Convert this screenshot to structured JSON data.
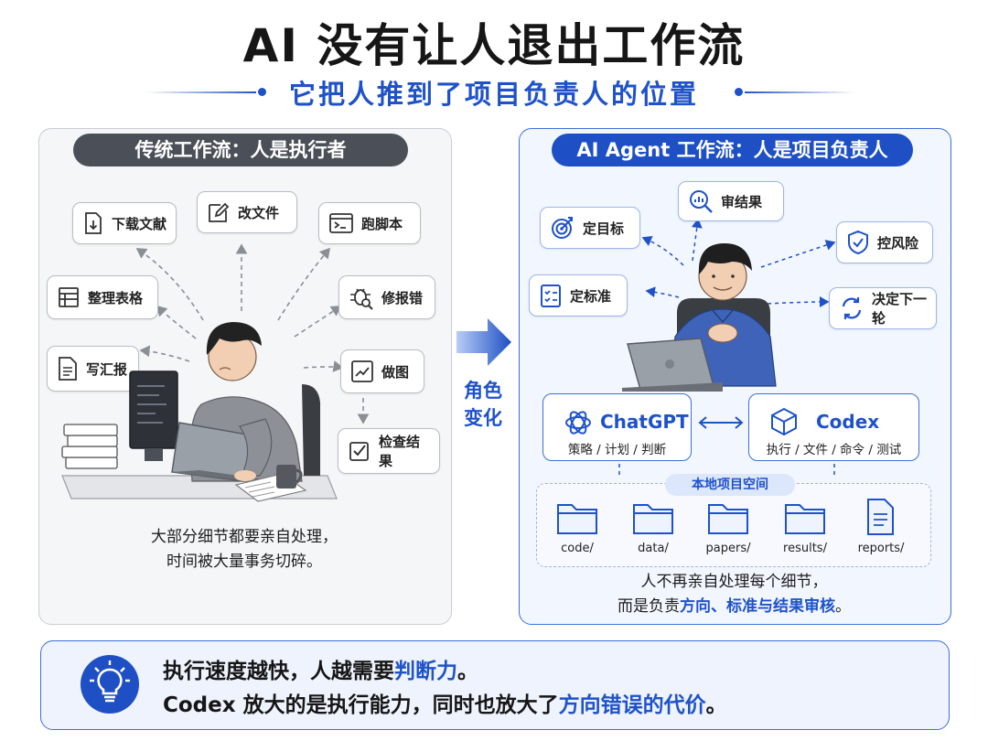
{
  "header": {
    "title": "AI 没有让人退出工作流",
    "subtitle": "它把人推到了项目负责人的位置"
  },
  "left_panel": {
    "title": "传统工作流：人是执行者",
    "tasks": [
      {
        "label": "下载文献",
        "icon": "document-download-icon"
      },
      {
        "label": "改文件",
        "icon": "pencil-edit-icon"
      },
      {
        "label": "跑脚本",
        "icon": "terminal-icon"
      },
      {
        "label": "整理表格",
        "icon": "table-icon"
      },
      {
        "label": "修报错",
        "icon": "bug-icon"
      },
      {
        "label": "写汇报",
        "icon": "report-document-icon"
      },
      {
        "label": "做图",
        "icon": "line-chart-icon"
      },
      {
        "label": "检查结果",
        "icon": "checkbox-icon"
      }
    ],
    "caption_line1": "大部分细节都要亲自处理，",
    "caption_line2": "时间被大量事务切碎。"
  },
  "transition": {
    "line1": "角色",
    "line2": "变化"
  },
  "right_panel": {
    "title": "AI Agent 工作流：人是项目负责人",
    "tasks": [
      {
        "label": "审结果",
        "icon": "magnifier-chart-icon"
      },
      {
        "label": "定目标",
        "icon": "target-icon"
      },
      {
        "label": "控风险",
        "icon": "shield-check-icon"
      },
      {
        "label": "定标准",
        "icon": "checklist-icon"
      },
      {
        "label": "决定下一轮",
        "icon": "cycle-arrows-icon"
      }
    ],
    "tools": [
      {
        "name": "ChatGPT",
        "desc": "策略 / 计划 / 判断",
        "icon": "openai-logo-icon"
      },
      {
        "name": "Codex",
        "desc": "执行 / 文件 / 命令 / 测试",
        "icon": "cube-icon"
      }
    ],
    "workspace_label": "本地项目空间",
    "folders": [
      "code/",
      "data/",
      "papers/",
      "results/",
      "reports/"
    ],
    "caption_line1": "人不再亲自处理每个细节，",
    "caption_line2_prefix": "而是负责",
    "caption_line2_highlight": "方向、标准与结果审核",
    "caption_line2_suffix": "。"
  },
  "bottom": {
    "line1_prefix": "执行速度越快，人越需要",
    "line1_highlight": "判断力",
    "line1_suffix": "。",
    "line2_prefix": "Codex 放大的是执行能力，同时也放大了",
    "line2_highlight": "方向错误的代价",
    "line2_suffix": "。",
    "icon": "lightbulb-icon"
  },
  "colors": {
    "accent_blue": "#1f52c9",
    "dark_pill": "#4b5058",
    "left_panel_bg": "#f5f6f8",
    "right_panel_bg": "#f2f6fe"
  }
}
